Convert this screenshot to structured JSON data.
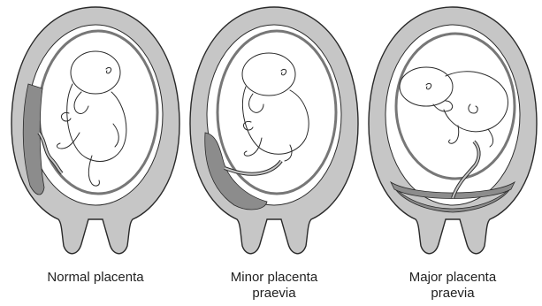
{
  "figure": {
    "panels": [
      {
        "caption_lines": [
          "Normal placenta"
        ]
      },
      {
        "caption_lines": [
          "Minor placenta",
          "praevia"
        ]
      },
      {
        "caption_lines": [
          "Major placenta",
          "praevia"
        ]
      }
    ]
  },
  "colors": {
    "uterus_wall": "#c6c6c6",
    "placenta": "#8c8c8c",
    "outline": "#2a2a2a",
    "background": "#ffffff"
  }
}
